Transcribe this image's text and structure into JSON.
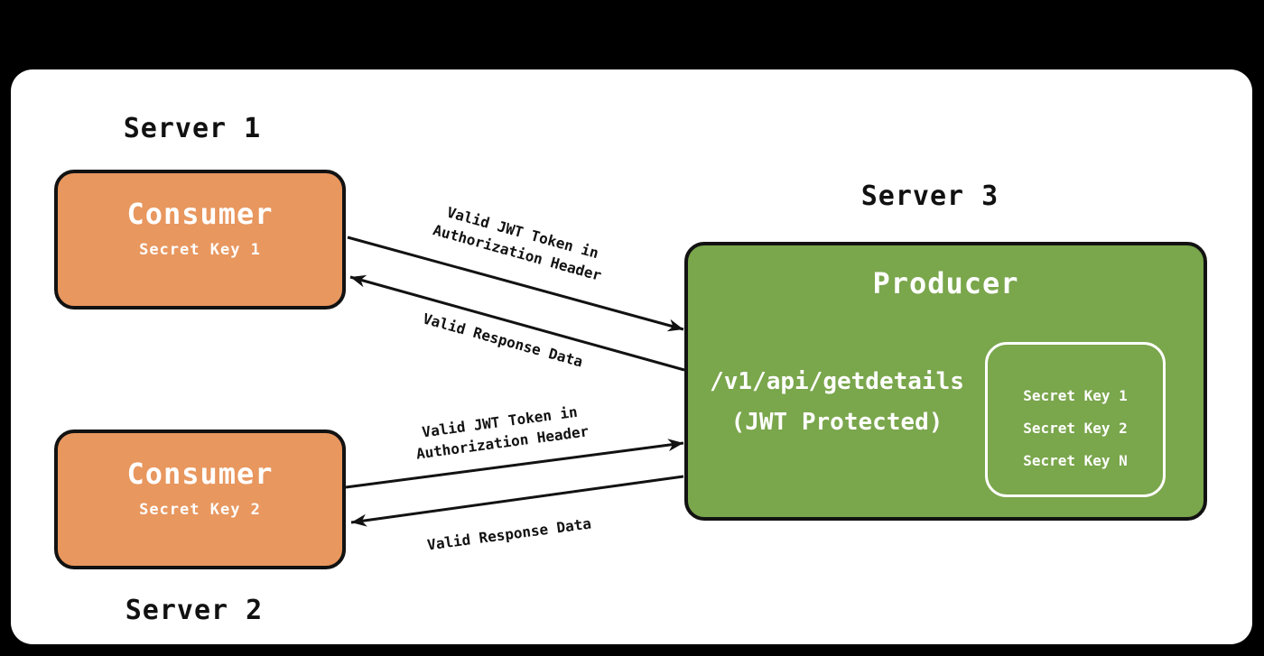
{
  "colors": {
    "background": "#000000",
    "panel": "#FFFFFF",
    "consumer_fill": "#E8975F",
    "producer_fill": "#7AA64C",
    "box_border": "#121212",
    "box_text": "#FFFFFF",
    "label_text": "#111111"
  },
  "servers": {
    "server1": "Server 1",
    "server2": "Server 2",
    "server3": "Server 3"
  },
  "consumer1": {
    "title": "Consumer",
    "key": "Secret Key 1"
  },
  "consumer2": {
    "title": "Consumer",
    "key": "Secret Key 2"
  },
  "producer": {
    "title": "Producer",
    "endpoint": "/v1/api/getdetails\n(JWT Protected)",
    "keys": [
      "Secret Key 1",
      "Secret Key 2",
      "Secret Key N"
    ]
  },
  "flows": {
    "request1": "Valid JWT Token in\nAuthorization Header",
    "response1": "Valid Response Data",
    "request2": "Valid JWT Token in\nAuthorization Header",
    "response2": "Valid Response Data"
  }
}
